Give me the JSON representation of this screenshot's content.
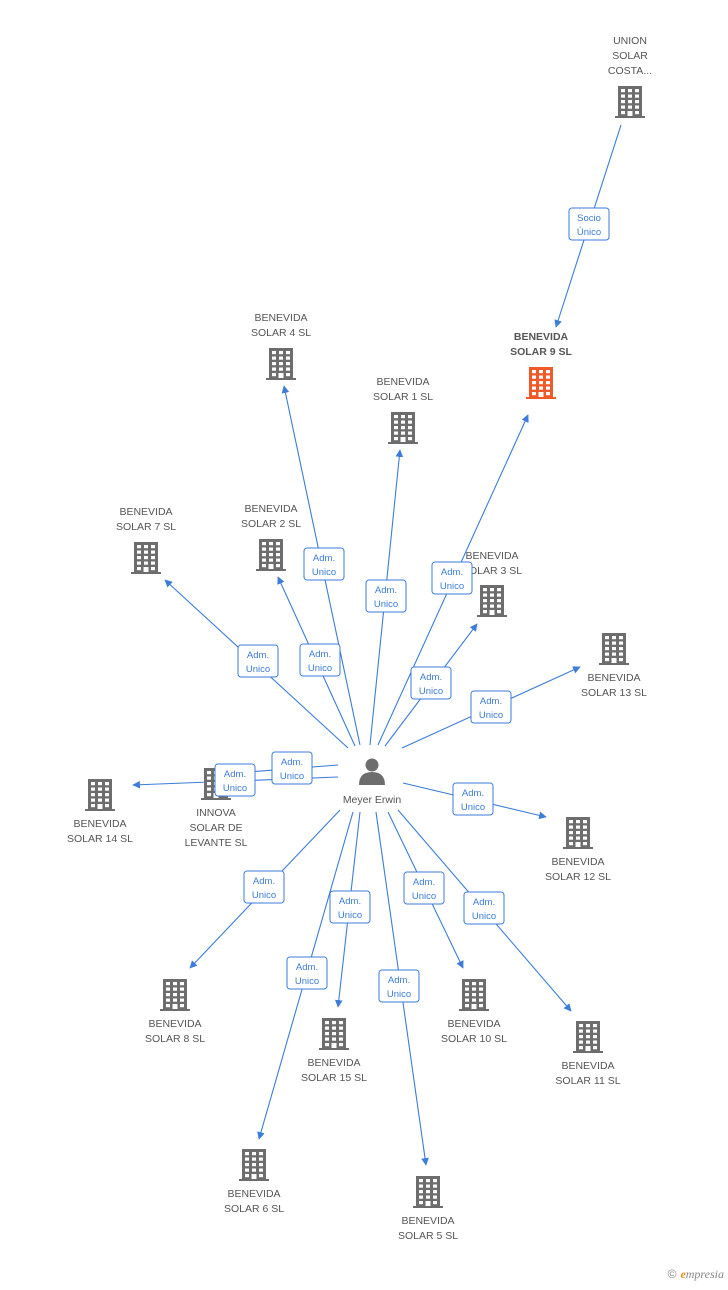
{
  "colors": {
    "building": "#6d6d6d",
    "highlight": "#f05a28",
    "edge": "#3b7dd8",
    "person": "#6d6d6d"
  },
  "center": {
    "label": "Meyer Erwin",
    "icon": "person-icon"
  },
  "companies": [
    {
      "id": "union",
      "lines": [
        "UNION",
        "SOLAR",
        "COSTA..."
      ],
      "highlight": false
    },
    {
      "id": "s9",
      "lines": [
        "BENEVIDA",
        "SOLAR 9 SL"
      ],
      "highlight": true
    },
    {
      "id": "s4",
      "lines": [
        "BENEVIDA",
        "SOLAR 4 SL"
      ],
      "highlight": false
    },
    {
      "id": "s1",
      "lines": [
        "BENEVIDA",
        "SOLAR 1 SL"
      ],
      "highlight": false
    },
    {
      "id": "s7",
      "lines": [
        "BENEVIDA",
        "SOLAR 7 SL"
      ],
      "highlight": false
    },
    {
      "id": "s2",
      "lines": [
        "BENEVIDA",
        "SOLAR 2 SL"
      ],
      "highlight": false
    },
    {
      "id": "s3",
      "lines": [
        "BENEVIDA",
        "SOLAR 3 SL"
      ],
      "highlight": false
    },
    {
      "id": "s13",
      "lines": [
        "BENEVIDA",
        "SOLAR 13 SL"
      ],
      "highlight": false
    },
    {
      "id": "s14",
      "lines": [
        "BENEVIDA",
        "SOLAR 14 SL"
      ],
      "highlight": false
    },
    {
      "id": "innova",
      "lines": [
        "INNOVA",
        "SOLAR DE",
        "LEVANTE SL"
      ],
      "highlight": false
    },
    {
      "id": "s12",
      "lines": [
        "BENEVIDA",
        "SOLAR 12 SL"
      ],
      "highlight": false
    },
    {
      "id": "s8",
      "lines": [
        "BENEVIDA",
        "SOLAR 8 SL"
      ],
      "highlight": false
    },
    {
      "id": "s15",
      "lines": [
        "BENEVIDA",
        "SOLAR 15 SL"
      ],
      "highlight": false
    },
    {
      "id": "s10",
      "lines": [
        "BENEVIDA",
        "SOLAR 10 SL"
      ],
      "highlight": false
    },
    {
      "id": "s11",
      "lines": [
        "BENEVIDA",
        "SOLAR 11 SL"
      ],
      "highlight": false
    },
    {
      "id": "s6",
      "lines": [
        "BENEVIDA",
        "SOLAR 6 SL"
      ],
      "highlight": false
    },
    {
      "id": "s5",
      "lines": [
        "BENEVIDA",
        "SOLAR 5 SL"
      ],
      "highlight": false
    }
  ],
  "edges": [
    {
      "from": "union",
      "to": "s9",
      "label": [
        "Socio",
        "Único"
      ]
    },
    {
      "from": "center",
      "to": "s4",
      "label": [
        "Adm.",
        "Unico"
      ]
    },
    {
      "from": "center",
      "to": "s1",
      "label": [
        "Adm.",
        "Unico"
      ]
    },
    {
      "from": "center",
      "to": "s9",
      "label": [
        "Adm.",
        "Unico"
      ]
    },
    {
      "from": "center",
      "to": "s7",
      "label": [
        "Adm.",
        "Unico"
      ]
    },
    {
      "from": "center",
      "to": "s2",
      "label": [
        "Adm.",
        "Unico"
      ]
    },
    {
      "from": "center",
      "to": "s3",
      "label": [
        "Adm.",
        "Unico"
      ]
    },
    {
      "from": "center",
      "to": "s13",
      "label": [
        "Adm.",
        "Unico"
      ]
    },
    {
      "from": "center",
      "to": "innova",
      "label": [
        "Adm.",
        "Unico"
      ]
    },
    {
      "from": "center",
      "to": "s14",
      "label": [
        "Adm.",
        "Unico"
      ]
    },
    {
      "from": "center",
      "to": "s12",
      "label": [
        "Adm.",
        "Unico"
      ]
    },
    {
      "from": "center",
      "to": "s8",
      "label": [
        "Adm.",
        "Unico"
      ]
    },
    {
      "from": "center",
      "to": "s15",
      "label": [
        "Adm.",
        "Unico"
      ]
    },
    {
      "from": "center",
      "to": "s10",
      "label": [
        "Adm.",
        "Unico"
      ]
    },
    {
      "from": "center",
      "to": "s11",
      "label": [
        "Adm.",
        "Unico"
      ]
    },
    {
      "from": "center",
      "to": "s6",
      "label": [
        "Adm.",
        "Unico"
      ]
    },
    {
      "from": "center",
      "to": "s5",
      "label": [
        "Adm.",
        "Unico"
      ]
    }
  ],
  "brand": {
    "copyright": "©",
    "initial": "e",
    "rest": "mpresia"
  }
}
